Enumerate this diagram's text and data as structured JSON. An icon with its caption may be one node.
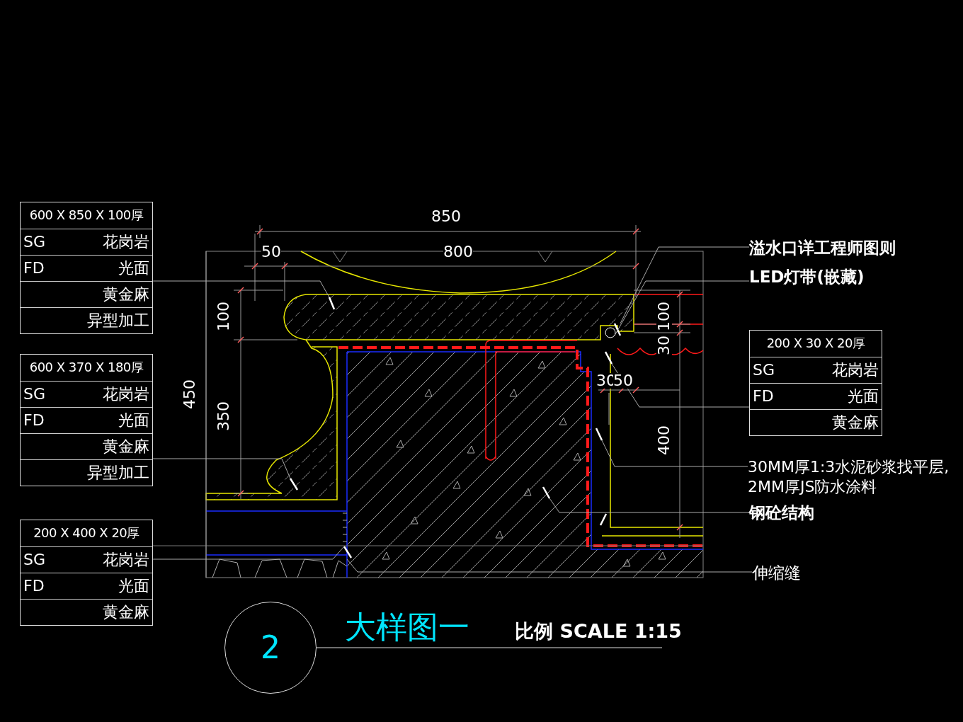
{
  "diagram": {
    "nodes": [
      {
        "text": [
          "600 X 850 X 100厚",
          "SG",
          "花岗岩",
          "FD",
          "光面",
          "黄金麻",
          "异型加工"
        ]
      },
      {
        "text": [
          "600 X 370 X 180厚",
          "SG",
          "花岗岩",
          "FD",
          "光面",
          "黄金麻",
          "异型加工"
        ]
      },
      {
        "text": [
          "200 X 400 X 20厚",
          "SG",
          "花岗岩",
          "FD",
          "光面",
          "黄金麻"
        ]
      },
      {
        "text": [
          "200 X 30 X 20厚",
          "SG",
          "花岗岩",
          "FD",
          "光面",
          "黄金麻"
        ]
      },
      {
        "text": [
          "溢水口详工程师图则"
        ]
      },
      {
        "text": [
          "LED灯带(嵌藏)"
        ]
      },
      {
        "text": [
          "30MM厚1:3水泥砂浆找平层,",
          "2MM厚JS防水涂料"
        ]
      },
      {
        "text": [
          "钢砼结构"
        ]
      },
      {
        "text": [
          "伸缩缝"
        ]
      },
      {
        "text": [
          "2"
        ]
      }
    ],
    "edges": [
      {
        "from": 0,
        "to": null,
        "arrow": "none"
      },
      {
        "from": 1,
        "to": null,
        "arrow": "none"
      },
      {
        "from": 2,
        "to": null,
        "arrow": "none"
      },
      {
        "from": 3,
        "to": null,
        "arrow": "none"
      },
      {
        "from": 4,
        "to": null,
        "arrow": "none"
      },
      {
        "from": 5,
        "to": null,
        "arrow": "none"
      },
      {
        "from": 6,
        "to": null,
        "arrow": "none"
      },
      {
        "from": 7,
        "to": null,
        "arrow": "none"
      },
      {
        "from": 8,
        "to": null,
        "arrow": "none"
      }
    ],
    "labels": [
      "850",
      "50",
      "800",
      "100",
      "350",
      "450",
      "100",
      "30",
      "30",
      "50",
      "400",
      "大样图一",
      "比例 SCALE 1:15"
    ]
  }
}
